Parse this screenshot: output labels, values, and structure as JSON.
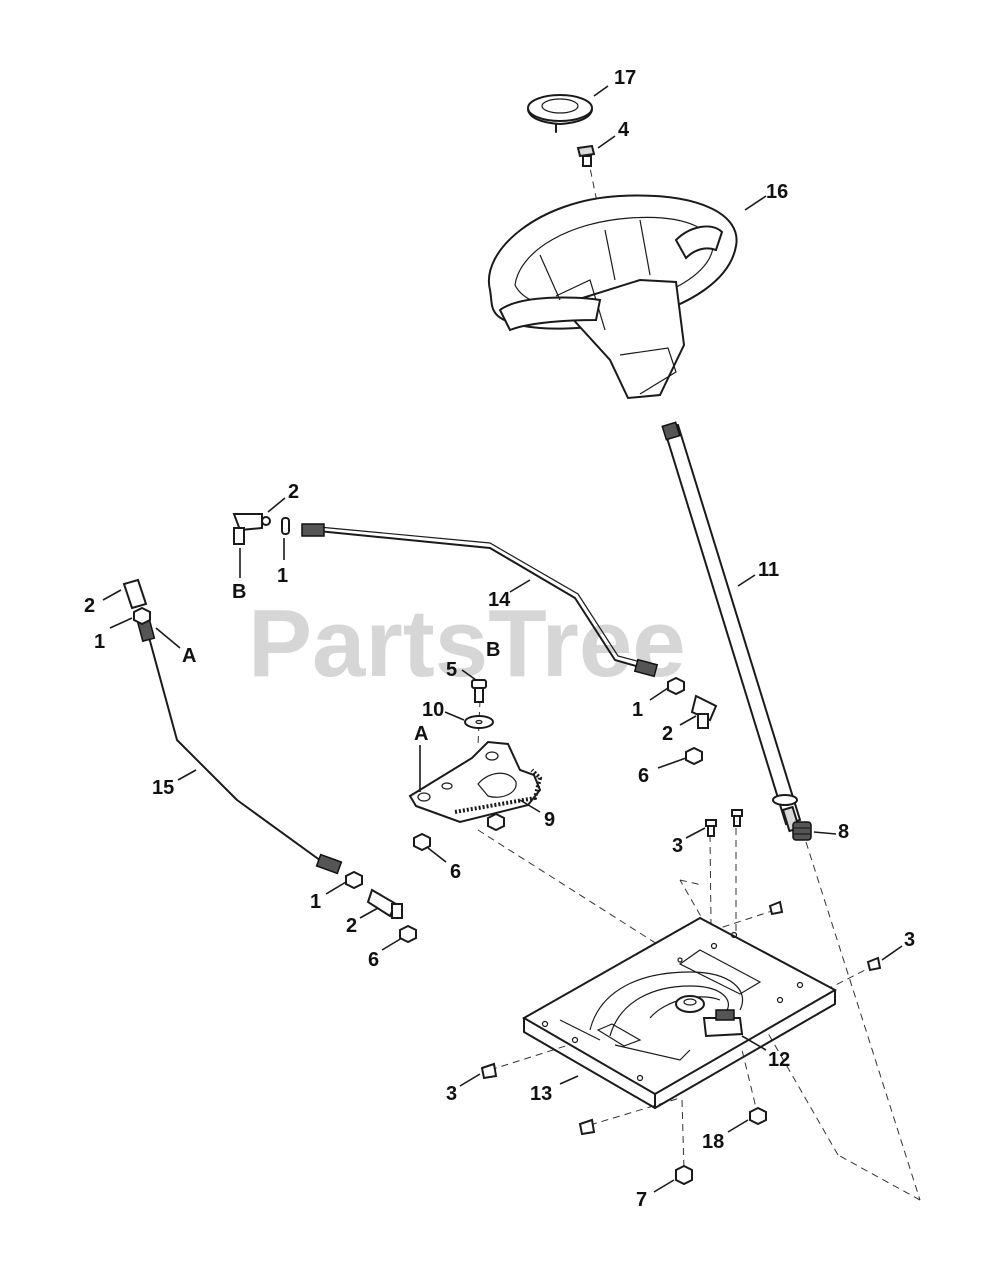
{
  "watermark": "PartsTree",
  "callouts": {
    "c17": "17",
    "c4": "4",
    "c16": "16",
    "c2a": "2",
    "c1a": "1",
    "cBa": "B",
    "c14": "14",
    "c11": "11",
    "c2b": "2",
    "c1b": "1",
    "cA1": "A",
    "cB2": "B",
    "c5": "5",
    "c10": "10",
    "cA2": "A",
    "c1c": "1",
    "c2c": "2",
    "c6a": "6",
    "c15": "15",
    "c9": "9",
    "c8": "8",
    "c3a": "3",
    "c6b": "6",
    "c1d": "1",
    "c2d": "2",
    "c6c": "6",
    "c3b": "3",
    "c12": "12",
    "c3c": "3",
    "c13": "13",
    "c18": "18",
    "c7": "7"
  },
  "colors": {
    "line": "#1a1a1a",
    "watermark": "#c8c8c8",
    "background": "#ffffff"
  }
}
